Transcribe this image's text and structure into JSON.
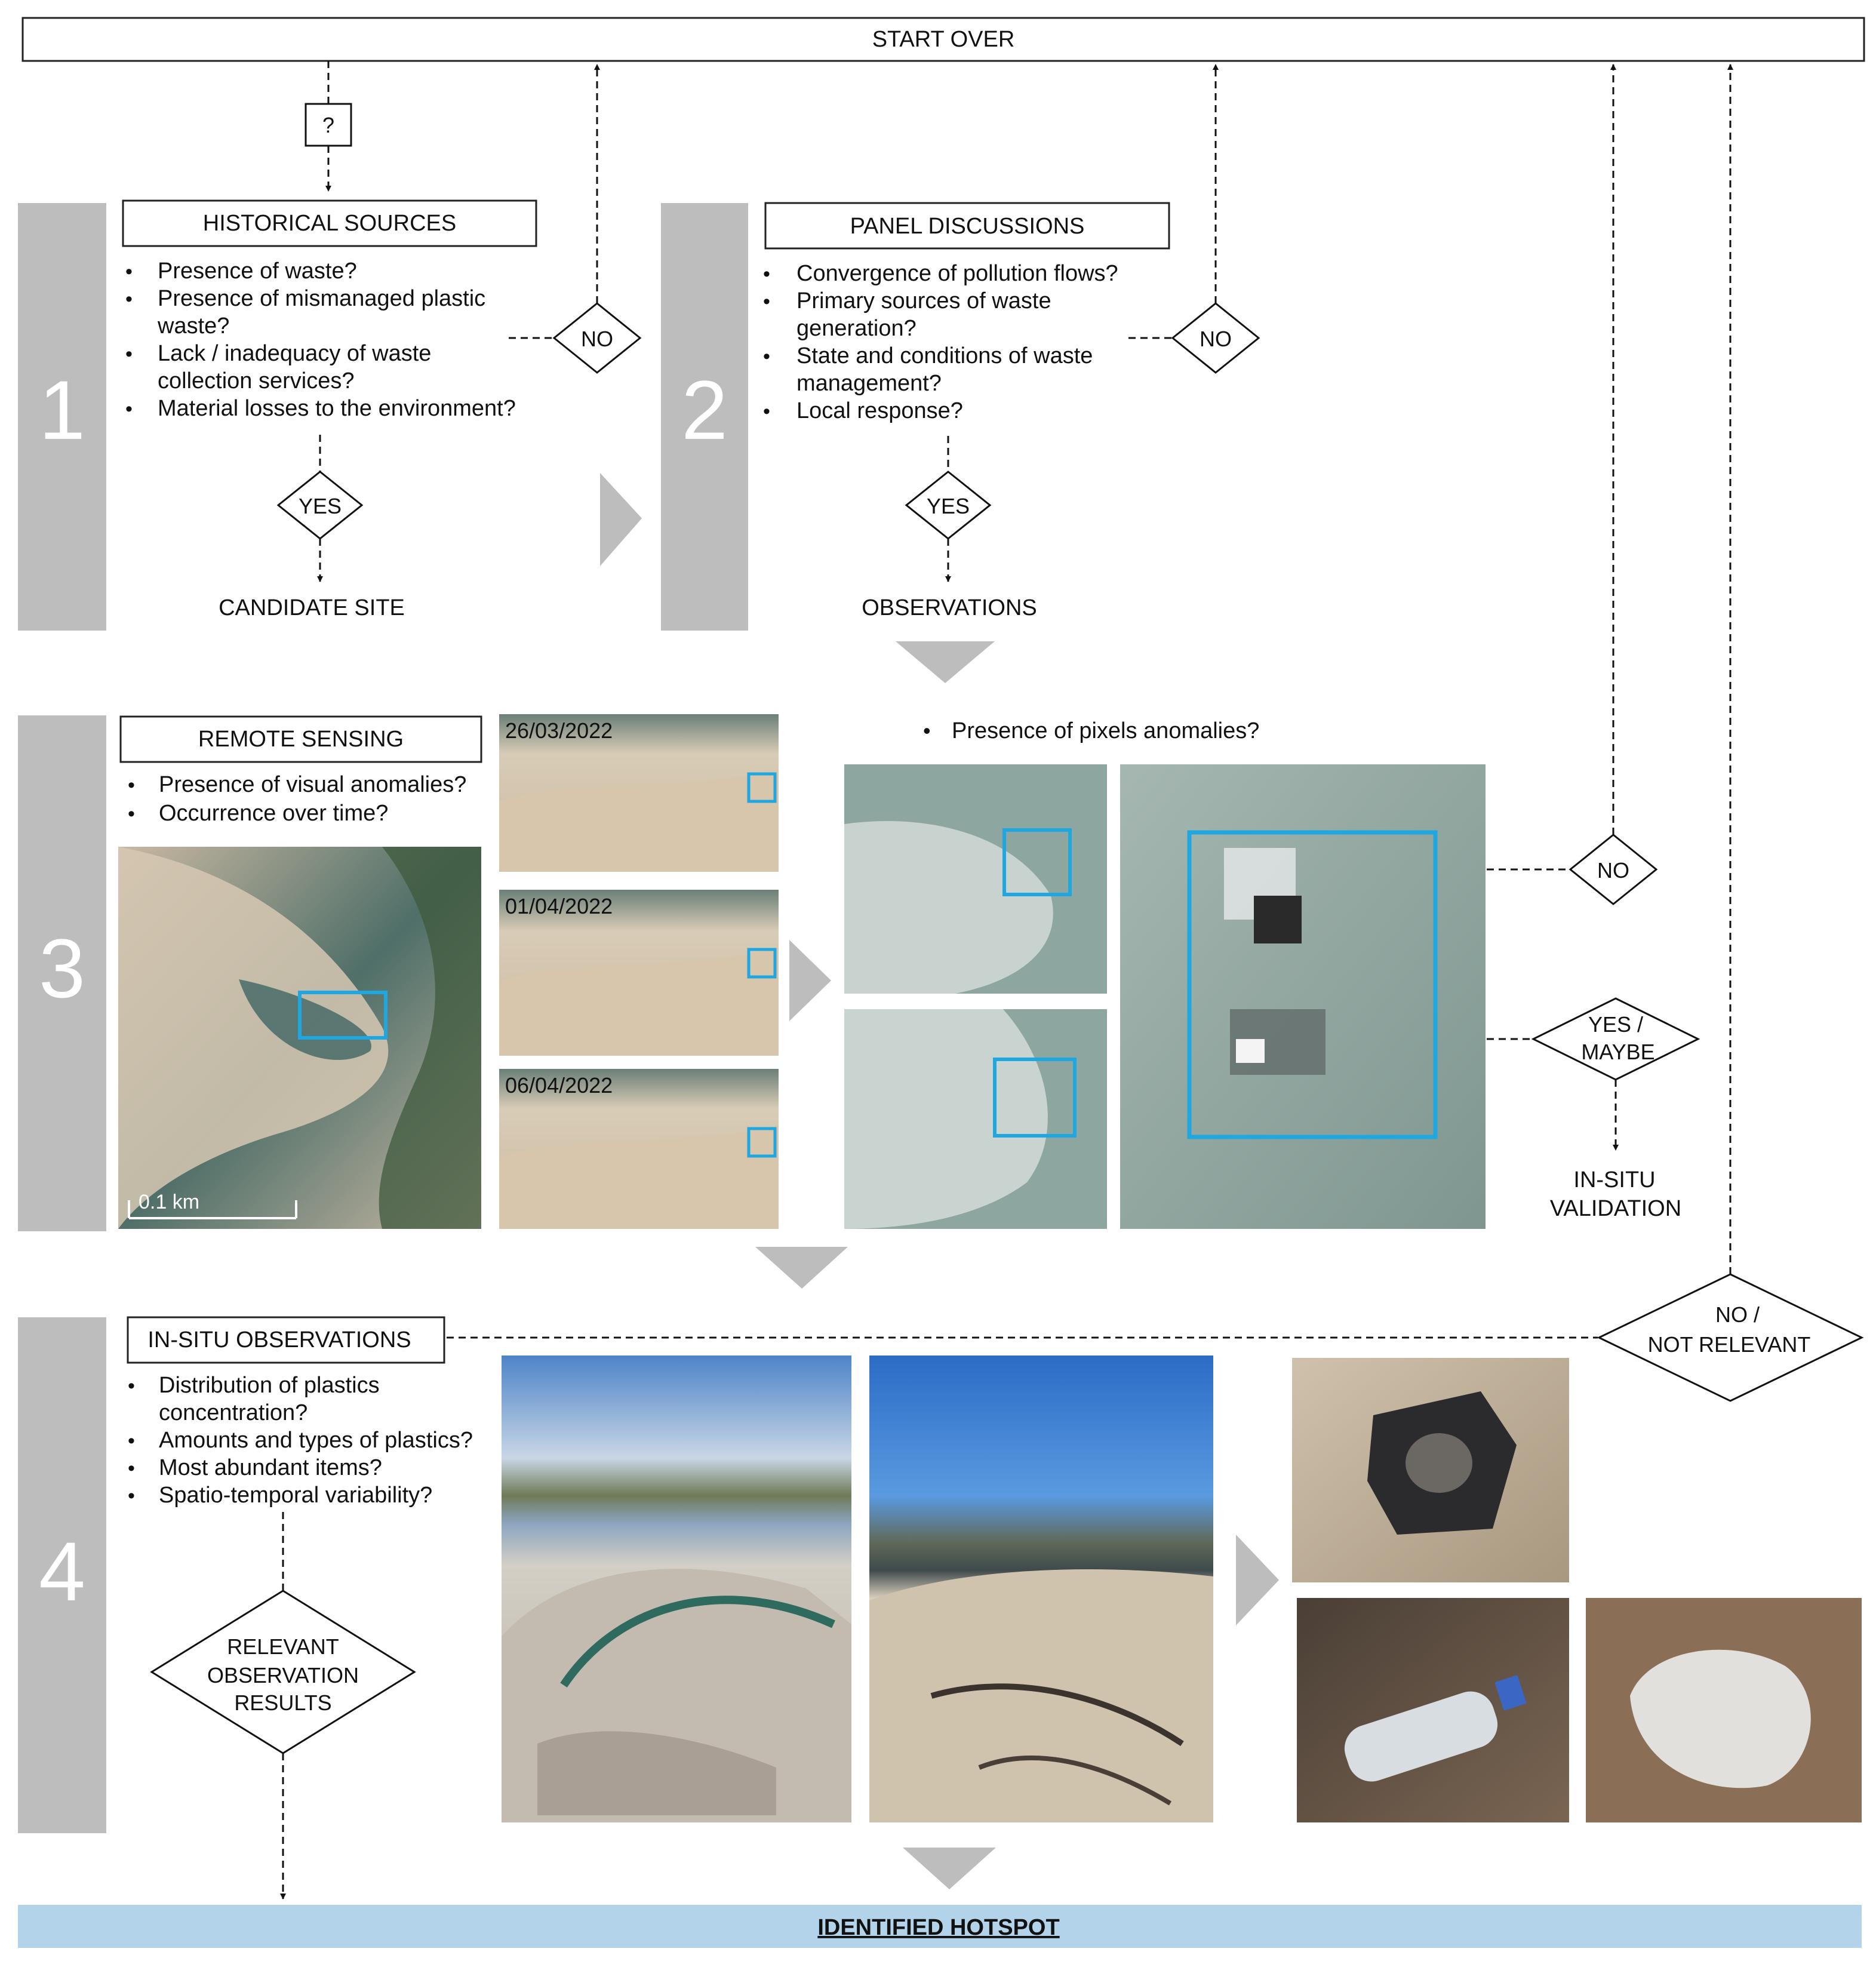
{
  "start_over": "START OVER",
  "identified_hotspot": "IDENTIFIED HOTSPOT",
  "unknown_marker": "?",
  "steps": [
    {
      "number": "1",
      "title": "HISTORICAL SOURCES",
      "questions": [
        [
          "Presence of waste?"
        ],
        [
          "Presence of mismanaged plastic",
          "waste?"
        ],
        [
          "Lack / inadequacy of waste",
          "collection services?"
        ],
        [
          "Material losses to the environment?"
        ]
      ],
      "no_label": "NO",
      "yes_label": "YES",
      "outcome": "CANDIDATE SITE"
    },
    {
      "number": "2",
      "title": "PANEL DISCUSSIONS",
      "questions": [
        [
          "Convergence of pollution flows?"
        ],
        [
          "Primary sources of waste",
          "generation?"
        ],
        [
          "State and conditions of waste",
          "management?"
        ],
        [
          "Local response?"
        ]
      ],
      "no_label": "NO",
      "yes_label": "YES",
      "outcome": "OBSERVATIONS"
    },
    {
      "number": "3",
      "title": "REMOTE SENSING",
      "questions": [
        [
          "Presence of visual anomalies?"
        ],
        [
          "Occurrence over time?"
        ]
      ],
      "pixel_question": "Presence of pixels anomalies?",
      "dates": [
        "26/03/2022",
        "01/04/2022",
        "06/04/2022"
      ],
      "scale_label": "0.1 km",
      "no_label": "NO",
      "yes_maybe_label": [
        "YES /",
        "MAYBE"
      ],
      "outcome": [
        "IN-SITU",
        "VALIDATION"
      ]
    },
    {
      "number": "4",
      "title": "IN-SITU OBSERVATIONS",
      "questions": [
        [
          "Distribution of plastics",
          "concentration?"
        ],
        [
          "Amounts and types of plastics?"
        ],
        [
          "Most abundant items?"
        ],
        [
          "Spatio-temporal variability?"
        ]
      ],
      "relevant_label": [
        "RELEVANT",
        "OBSERVATION",
        "RESULTS"
      ],
      "not_relevant_label": [
        "NO /",
        "NOT RELEVANT"
      ]
    }
  ],
  "colors": {
    "step_gray": "#bdbdbd",
    "highlight_blue": "#1ea7e1",
    "hotspot_bar": "#b3d3ea"
  }
}
